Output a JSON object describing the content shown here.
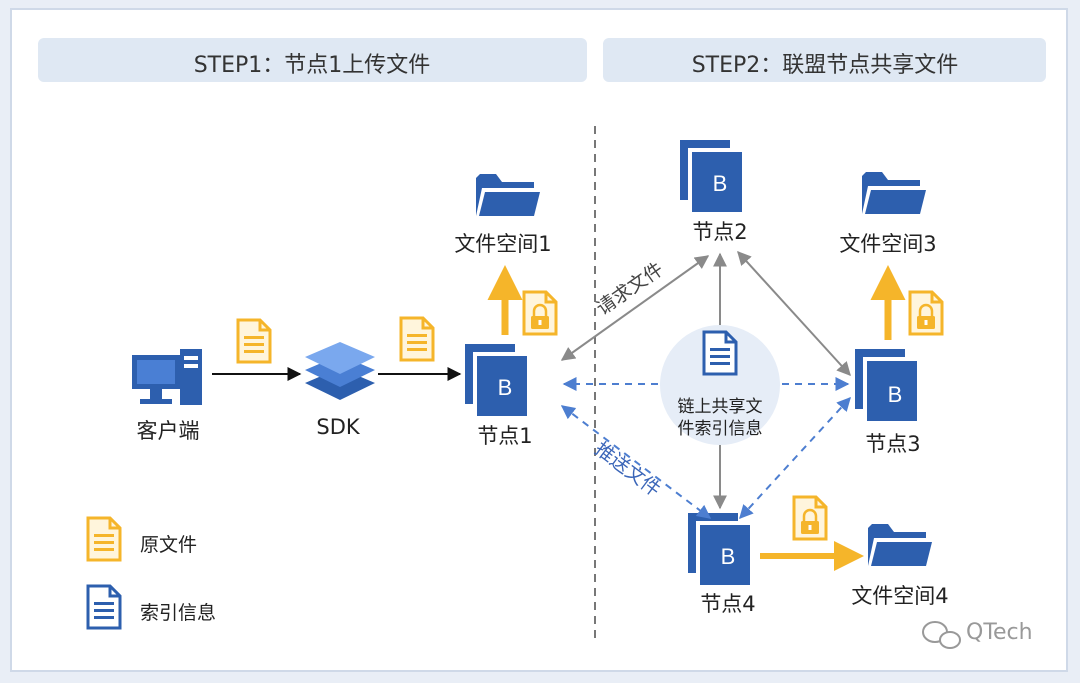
{
  "steps": {
    "step1_title": "STEP1：节点1上传文件",
    "step2_title": "STEP2：联盟节点共享文件"
  },
  "nodes": {
    "client": "客户端",
    "sdk": "SDK",
    "node1": "节点1",
    "node2": "节点2",
    "node3": "节点3",
    "node4": "节点4",
    "space1": "文件空间1",
    "space3": "文件空间3",
    "space4": "文件空间4",
    "server_letter": "B",
    "chain_line1": "链上共享文",
    "chain_line2": "件索引信息"
  },
  "edges": {
    "request": "请求文件",
    "push": "推送文件"
  },
  "legend": {
    "original_file": "原文件",
    "index_info": "索引信息"
  },
  "watermark": "QTech",
  "colors": {
    "blue": "#2d5fae",
    "orange": "#f5b52a",
    "gray_arrow": "#8a8a8a",
    "dashed_blue": "#4d7ed0",
    "step_bg": "#dfe8f3"
  },
  "icons": [
    "computer-icon",
    "sdk-layers-icon",
    "server-icon",
    "folder-icon",
    "document-icon",
    "lock-document-icon",
    "wechat-icon"
  ]
}
